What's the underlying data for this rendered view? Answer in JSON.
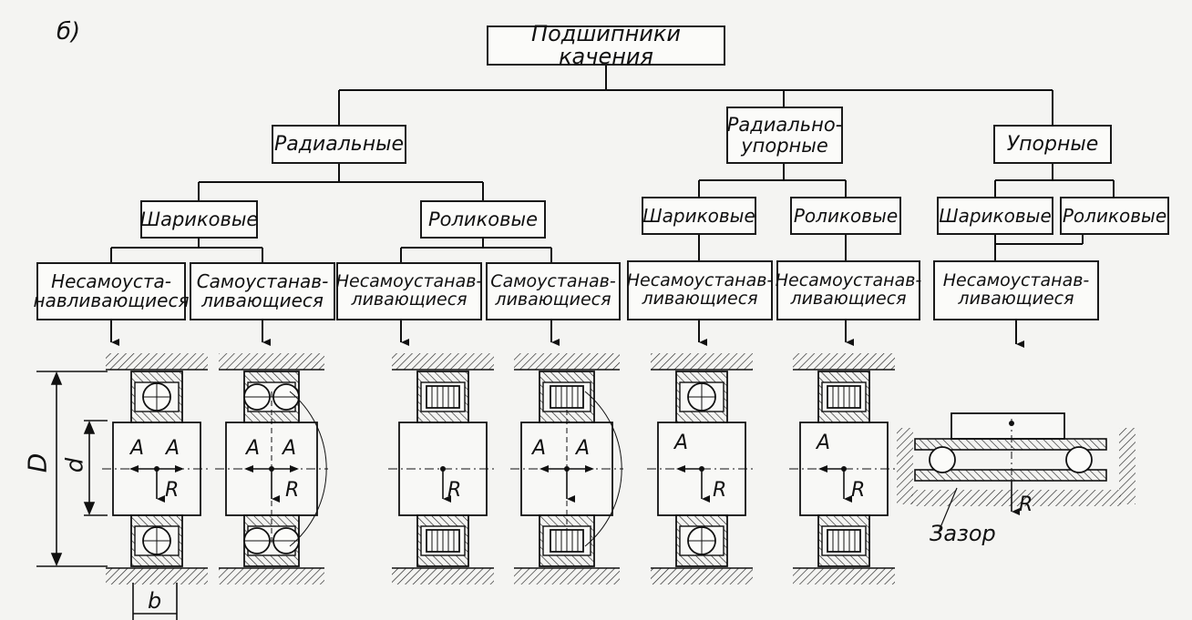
{
  "figure": {
    "label": "б)",
    "root": "Подшипники качения",
    "groups": {
      "radial": "Радиальные",
      "radial_thrust": "Радиально-\nупорные",
      "thrust": "Упорные"
    },
    "types": {
      "ball": "Шариковые",
      "roller": "Роликовые"
    },
    "kinds": {
      "non_self_1": "Несамоуста-\nнавливающиеся",
      "self_1": "Самоустанав-\nливающиеся",
      "non_self_2": "Несамоустанав-\nливающиеся",
      "self_2": "Самоустанав-\nливающиеся",
      "non_self_3": "Несамоустанав-\nливающиеся",
      "non_self_4": "Несамоустанав-\nливающиеся",
      "non_self_5": "Несамоустанав-\nливающиеся"
    },
    "dimensions": {
      "D": "D",
      "d": "d",
      "b": "b"
    },
    "forces": {
      "A": "A",
      "R": "R"
    },
    "gap_label": "Зазор"
  }
}
